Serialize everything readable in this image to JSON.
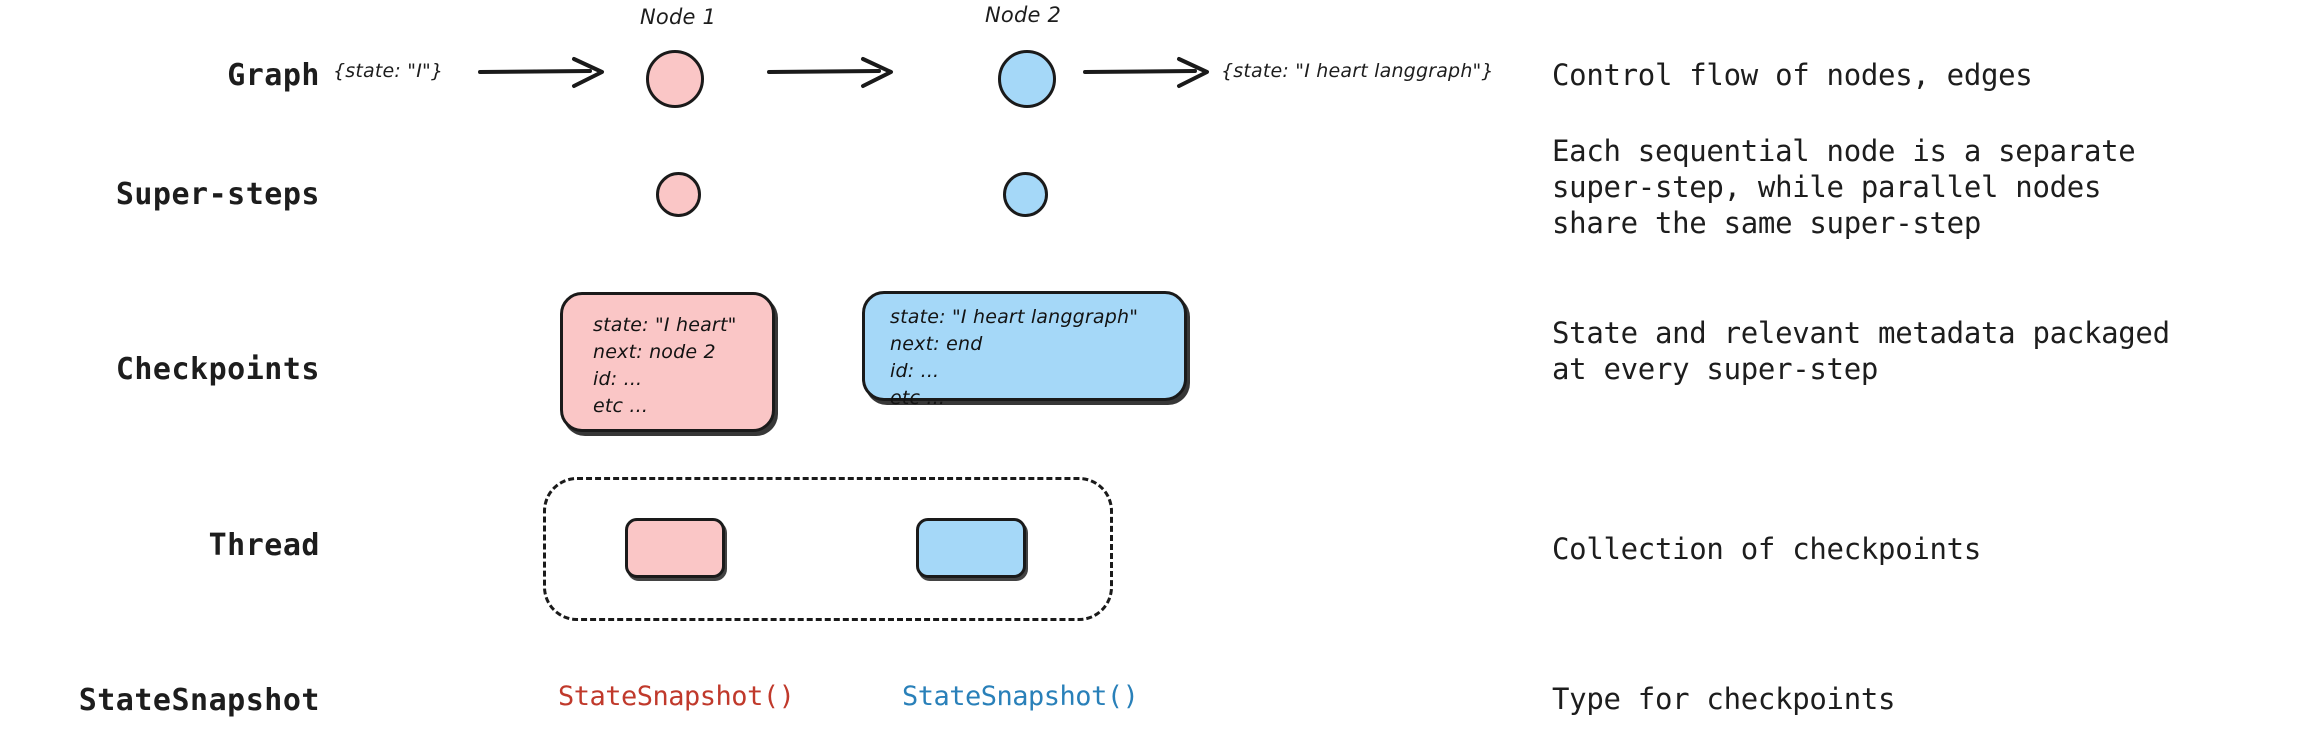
{
  "rows": [
    {
      "label": "Graph",
      "description": "Control flow of nodes, edges"
    },
    {
      "label": "Super-steps",
      "description": "Each sequential node is a separate\nsuper-step, while parallel nodes\nshare the same super-step"
    },
    {
      "label": "Checkpoints",
      "description": "State and relevant metadata packaged\nat every super-step"
    },
    {
      "label": "Thread",
      "description": "Collection of checkpoints"
    },
    {
      "label": "StateSnapshot",
      "description": "Type for checkpoints"
    }
  ],
  "graph_row": {
    "node1_label": "Node 1",
    "node2_label": "Node 2",
    "input_state": "{state: \"I\"}",
    "output_state": "{state: \"I heart langgraph\"}"
  },
  "checkpoints": {
    "pink": "state: \"I heart\"\nnext: node 2\nid: ...\netc ...",
    "blue": "state: \"I heart langgraph\"\nnext: end\nid: ...\netc ..."
  },
  "snapshots": {
    "pink_label": "StateSnapshot()",
    "blue_label": "StateSnapshot()"
  },
  "colors": {
    "pink_fill": "#fac6c6",
    "blue_fill": "#a5d8f8",
    "stroke": "#1a1a1a",
    "text": "#1d1d1d",
    "snapshot_pink_text": "#c0392b",
    "snapshot_blue_text": "#2980b9",
    "background": "#ffffff"
  }
}
